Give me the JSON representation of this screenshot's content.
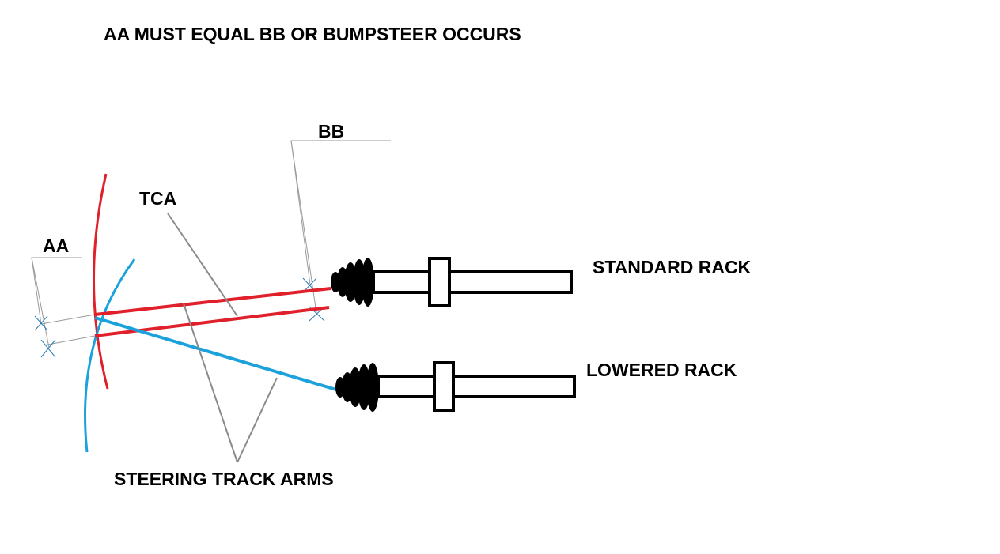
{
  "title": "AA MUST EQUAL BB OR BUMPSTEER OCCURS",
  "labels": {
    "aa": "AA",
    "bb": "BB",
    "tca": "TCA",
    "standard_rack": "STANDARD RACK",
    "lowered_rack": "LOWERED RACK",
    "steering_track_arms": "STEERING TRACK ARMS"
  },
  "colors": {
    "standard": "#e0202a",
    "lowered": "#1ba1dc",
    "outline": "#000000",
    "leader": "#8a8a8a",
    "dimension": "#9a9a9a",
    "background": "#ffffff"
  }
}
